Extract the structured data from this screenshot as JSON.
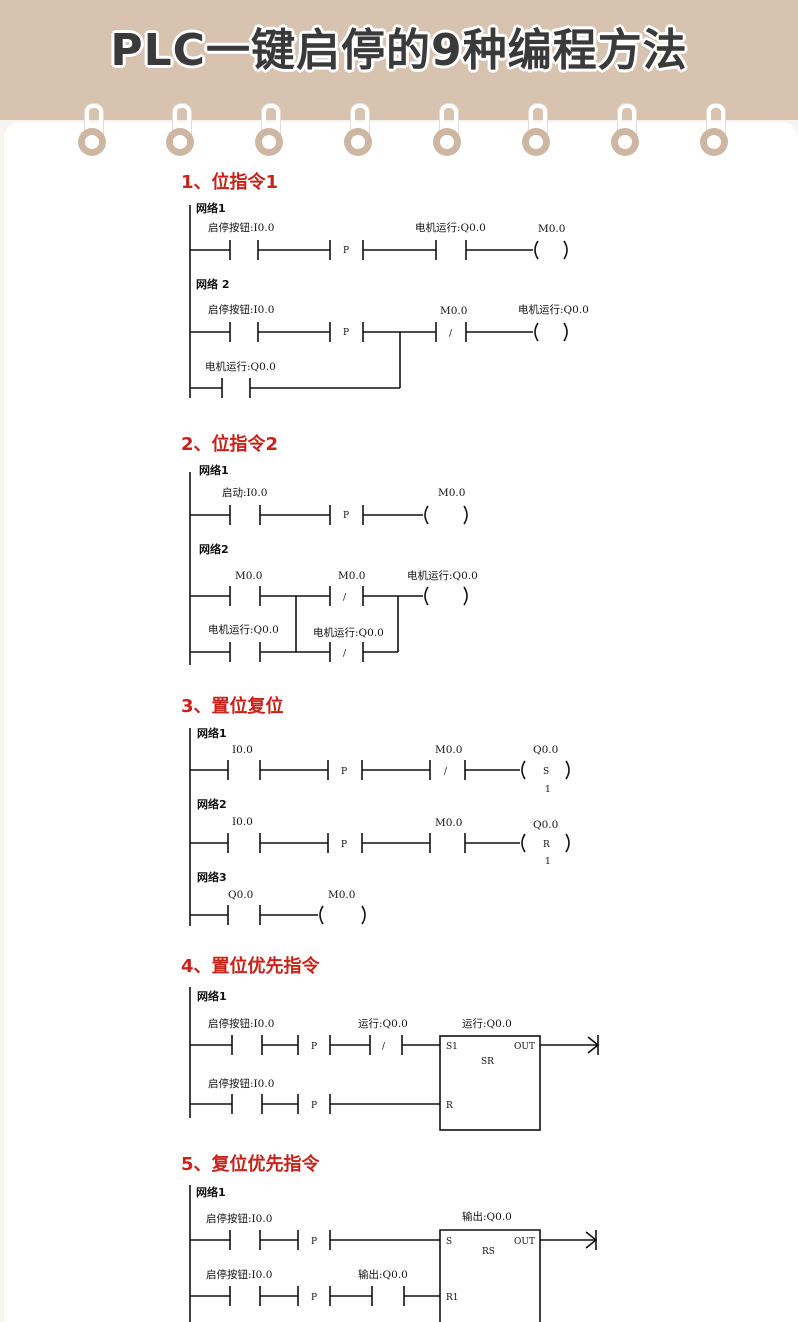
{
  "title": "PLC一键启停的9种编程方法",
  "sections": [
    {
      "title": "1、位指令1"
    },
    {
      "title": "2、位指令2"
    },
    {
      "title": "3、置位复位"
    },
    {
      "title": "4、置位优先指令"
    },
    {
      "title": "5、复位优先指令"
    }
  ],
  "net": {
    "n1": "网络1",
    "n1s": "网络 2",
    "n2a": "网络1",
    "n2b": "网络2",
    "n3a": "网络1",
    "n3b": "网络2",
    "n3c": "网络3",
    "n4a": "网络1",
    "n5a": "网络1"
  },
  "labels": {
    "s1_start": "启停按钮:I0.0",
    "s1_run": "电机运行:Q0.0",
    "s1_m0": "M0.0",
    "s1_start2": "启停按钮:I0.0",
    "s1_m0b": "M0.0",
    "s1_run_coil": "电机运行:Q0.0",
    "s1_run_branch": "电机运行:Q0.0",
    "s2_start": "启动:I0.0",
    "s2_m0": "M0.0",
    "s2_m0a": "M0.0",
    "s2_m0b": "M0.0",
    "s2_run_coil": "电机运行:Q0.0",
    "s2_run_a": "电机运行:Q0.0",
    "s2_run_b": "电机运行:Q0.0",
    "s3_i0a": "I0.0",
    "s3_m0a": "M0.0",
    "s3_q0a": "Q0.0",
    "s3_i0b": "I0.0",
    "s3_m0b": "M0.0",
    "s3_q0b": "Q0.0",
    "s3_q0c": "Q0.0",
    "s3_m0c": "M0.0",
    "s4_start": "启停按钮:I0.0",
    "s4_run": "运行:Q0.0",
    "s4_run_blk": "运行:Q0.0",
    "s4_start2": "启停按钮:I0.0",
    "s5_start": "启停按钮:I0.0",
    "s5_out_blk": "输出:Q0.0",
    "s5_start2": "启停按钮:I0.0",
    "s5_out": "输出:Q0.0"
  },
  "symbols": {
    "p": "P",
    "nc": "/",
    "s": "S",
    "r": "R",
    "one": "1",
    "sr_s1": "S1",
    "sr_r": "R",
    "sr_name": "SR",
    "sr_out": "OUT",
    "rs_s": "S",
    "rs_r1": "R1",
    "rs_name": "RS",
    "rs_out": "OUT"
  },
  "colors": {
    "header": "#d7c3b0",
    "section_title": "#c8221b",
    "ring_hole": "#cdb7a3"
  }
}
